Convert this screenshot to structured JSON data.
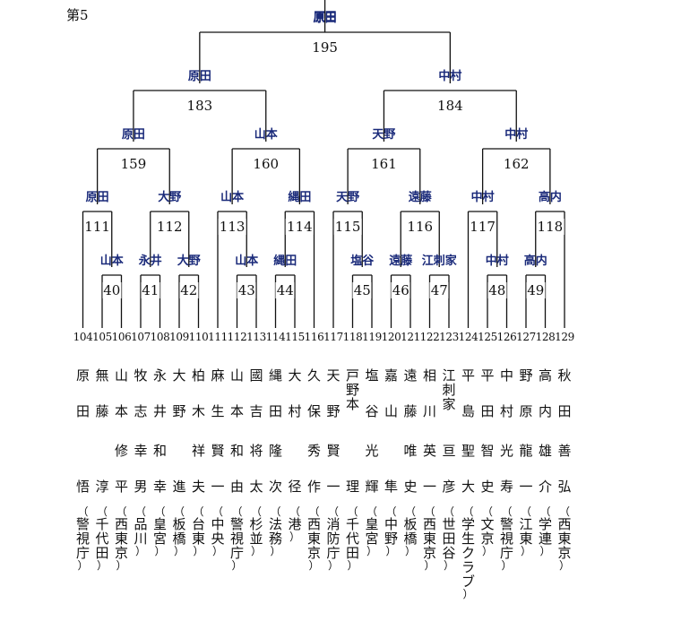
{
  "page_label": "第5",
  "final": {
    "match": "",
    "winner": "原田"
  },
  "matches": [
    {
      "no": "40",
      "winner": "山本"
    },
    {
      "no": "41",
      "winner": "永井"
    },
    {
      "no": "42",
      "winner": "大野"
    },
    {
      "no": "43",
      "winner": "山本"
    },
    {
      "no": "44",
      "winner": "縄田"
    },
    {
      "no": "45",
      "winner": "塩谷"
    },
    {
      "no": "46",
      "winner": "遠藤"
    },
    {
      "no": "47",
      "winner": "江刺家"
    },
    {
      "no": "48",
      "winner": "中村"
    },
    {
      "no": "49",
      "winner": "高内"
    },
    {
      "no": "111",
      "winner": "原田"
    },
    {
      "no": "112",
      "winner": "大野"
    },
    {
      "no": "113",
      "winner": "山本"
    },
    {
      "no": "114",
      "winner": "縄田"
    },
    {
      "no": "115",
      "winner": "天野"
    },
    {
      "no": "116",
      "winner": "遠藤"
    },
    {
      "no": "117",
      "winner": "中村"
    },
    {
      "no": "118",
      "winner": "高内"
    },
    {
      "no": "159",
      "winner": "原田"
    },
    {
      "no": "160",
      "winner": "山本"
    },
    {
      "no": "161",
      "winner": "天野"
    },
    {
      "no": "162",
      "winner": "中村"
    },
    {
      "no": "183",
      "winner": "原田"
    },
    {
      "no": "184",
      "winner": "中村"
    },
    {
      "no": "195",
      "winner": "原田"
    }
  ],
  "players": [
    {
      "seed": "104",
      "surname": "原田",
      "given": "悟",
      "org": "警視庁"
    },
    {
      "seed": "105",
      "surname": "無藤",
      "given": "淳",
      "org": "千代田"
    },
    {
      "seed": "106",
      "surname": "山本",
      "given": "修平",
      "org": "西東京"
    },
    {
      "seed": "107",
      "surname": "牧志",
      "given": "幸男",
      "org": "品川"
    },
    {
      "seed": "108",
      "surname": "永井",
      "given": "和幸",
      "org": "皇宮"
    },
    {
      "seed": "109",
      "surname": "大野",
      "given": "進",
      "org": "板橋"
    },
    {
      "seed": "110",
      "surname": "柏木",
      "given": "祥夫",
      "org": "台東"
    },
    {
      "seed": "111",
      "surname": "麻生",
      "given": "賢一",
      "org": "中央"
    },
    {
      "seed": "112",
      "surname": "山本",
      "given": "和由",
      "org": "警視庁"
    },
    {
      "seed": "113",
      "surname": "國吉",
      "given": "将太",
      "org": "杉並"
    },
    {
      "seed": "114",
      "surname": "縄田",
      "given": "隆次",
      "org": "法務"
    },
    {
      "seed": "115",
      "surname": "大村",
      "given": "径",
      "org": "港"
    },
    {
      "seed": "116",
      "surname": "久保",
      "given": "秀作",
      "org": "西東京"
    },
    {
      "seed": "117",
      "surname": "天野",
      "given": "賢一",
      "org": "消防庁"
    },
    {
      "seed": "118",
      "surname": "戸野本",
      "given": "理",
      "org": "千代田"
    },
    {
      "seed": "119",
      "surname": "塩谷",
      "given": "光輝",
      "org": "皇宮"
    },
    {
      "seed": "120",
      "surname": "嘉山",
      "given": "隼",
      "org": "中野"
    },
    {
      "seed": "121",
      "surname": "遠藤",
      "given": "唯史",
      "org": "板橋"
    },
    {
      "seed": "122",
      "surname": "相川",
      "given": "英一",
      "org": "西東京"
    },
    {
      "seed": "123",
      "surname": "江刺家",
      "given": "亘彦",
      "org": "世田谷"
    },
    {
      "seed": "124",
      "surname": "平島",
      "given": "聖大",
      "org": "学生クラブ"
    },
    {
      "seed": "125",
      "surname": "平田",
      "given": "智史",
      "org": "文京"
    },
    {
      "seed": "126",
      "surname": "中村",
      "given": "光寿",
      "org": "警視庁"
    },
    {
      "seed": "127",
      "surname": "野原",
      "given": "龍一",
      "org": "江東"
    },
    {
      "seed": "128",
      "surname": "高内",
      "given": "雄介",
      "org": "学連"
    },
    {
      "seed": "129",
      "surname": "秋田",
      "given": "善弘",
      "org": "西東京"
    }
  ]
}
